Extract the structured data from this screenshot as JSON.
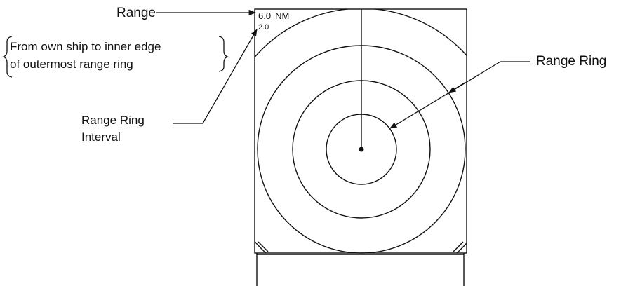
{
  "display": {
    "range_value": "6.0",
    "range_unit": "NM",
    "ring_interval_value": "2.0"
  },
  "labels": {
    "range": "Range",
    "range_note_line1": "From own ship to inner edge",
    "range_note_line2": "of outermost range ring",
    "range_ring_interval_line1": "Range Ring",
    "range_ring_interval_line2": "Interval",
    "range_ring": "Range Ring"
  }
}
